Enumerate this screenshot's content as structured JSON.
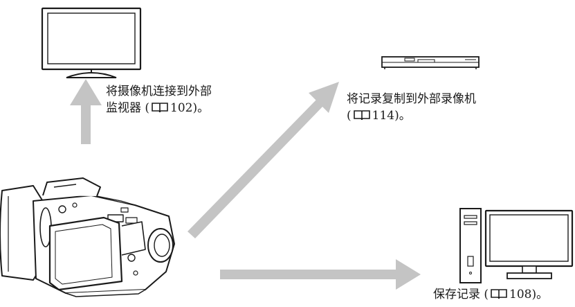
{
  "labels": {
    "tv": {
      "line1": "将摄像机连接到外部",
      "line2_prefix": "监视器 (",
      "page": "102",
      "line2_suffix": ")。"
    },
    "recorder": {
      "line1": "将记录复制到外部录像机",
      "line2_prefix": "(",
      "page": "114",
      "line2_suffix": ")。"
    },
    "computer": {
      "prefix": "保存记录 (",
      "page": "108",
      "suffix": ")。"
    }
  },
  "icons": [
    "camcorder-icon",
    "tv-icon",
    "recorder-icon",
    "computer-icon",
    "book-icon"
  ],
  "colors": {
    "arrow": "#c4c4c4",
    "line": "#1a1a1a",
    "bg": "#ffffff"
  }
}
